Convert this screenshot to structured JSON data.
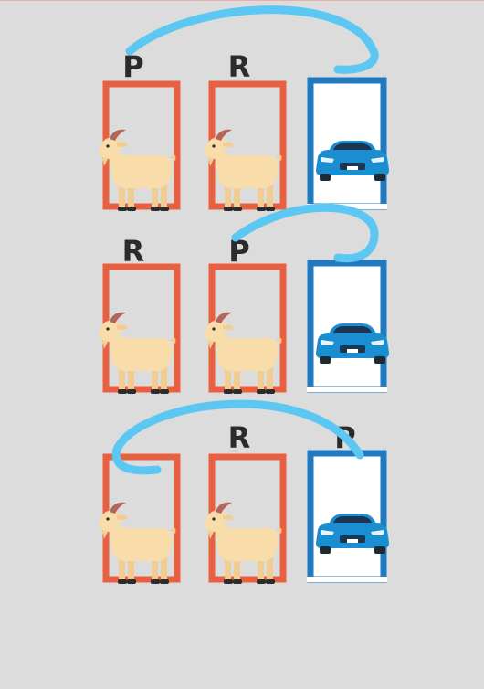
{
  "colors": {
    "background": "#dcdcdc",
    "goat_door": "#e8603f",
    "car_door": "#1f7ac0",
    "arrow": "#5bc7f2",
    "label": "#2b2b2b",
    "goat_body": "#f8dcaa",
    "car_body": "#1a8ed0"
  },
  "rows": [
    {
      "doors": [
        {
          "label": "P",
          "contents": "goat-icon"
        },
        {
          "label": "R",
          "contents": "goat-icon"
        },
        {
          "label": "",
          "contents": "car-icon"
        }
      ],
      "arrow": {
        "from_door": 1,
        "to_door": 3
      }
    },
    {
      "doors": [
        {
          "label": "R",
          "contents": "goat-icon"
        },
        {
          "label": "P",
          "contents": "goat-icon"
        },
        {
          "label": "",
          "contents": "car-icon"
        }
      ],
      "arrow": {
        "from_door": 2,
        "to_door": 3
      }
    },
    {
      "doors": [
        {
          "label": "",
          "contents": "goat-icon"
        },
        {
          "label": "R",
          "contents": "goat-icon"
        },
        {
          "label": "P",
          "contents": "car-icon"
        }
      ],
      "arrow": {
        "from_door": 3,
        "to_door": 1
      }
    }
  ]
}
